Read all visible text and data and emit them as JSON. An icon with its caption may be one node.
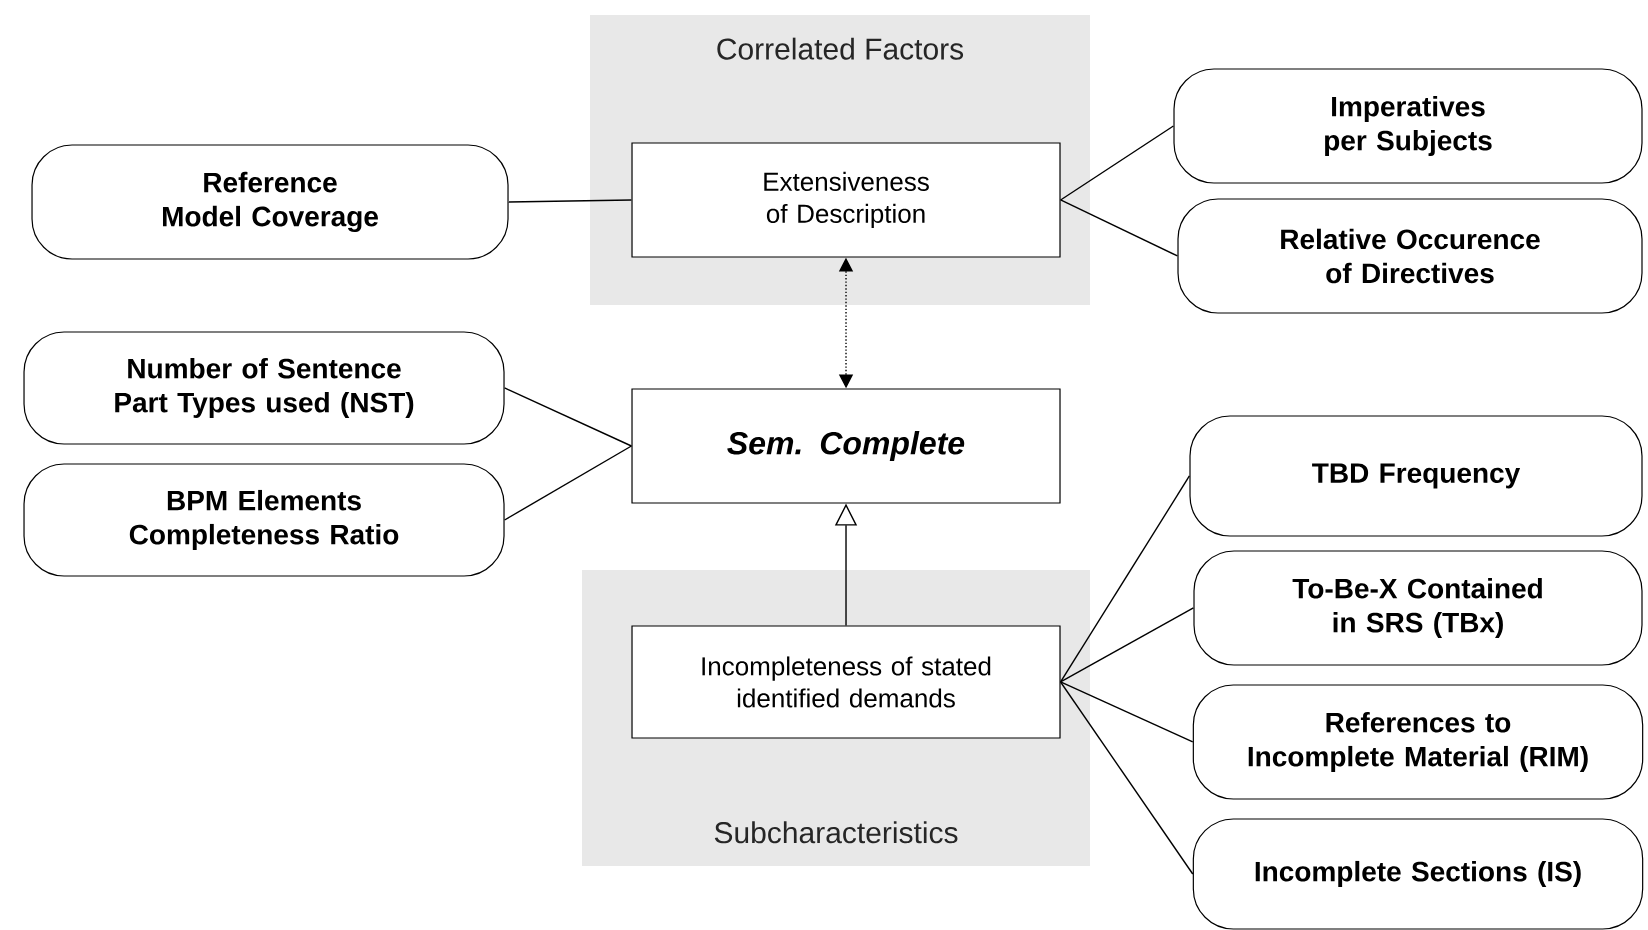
{
  "diagram": {
    "nodes": [
      {
        "text": [
          "Correlated Factors"
        ]
      },
      {
        "text": [
          "Extensiveness of Description"
        ],
        "in": 0
      },
      {
        "text": [
          "Reference Model Coverage"
        ]
      },
      {
        "text": [
          "Imperatives per Subjects"
        ]
      },
      {
        "text": [
          "Relative Occurence of Directives"
        ]
      },
      {
        "text": [
          "Number of Sentence Part Types used (NST)"
        ]
      },
      {
        "text": [
          "*Sem. Complete*"
        ]
      },
      {
        "text": [
          "BPM Elements Completeness Ratio"
        ]
      },
      {
        "text": [
          "Subcharacteristics"
        ]
      },
      {
        "text": [
          "Incompleteness of stated identified demands"
        ],
        "in": 8
      },
      {
        "text": [
          "TBD Frequency"
        ]
      },
      {
        "text": [
          "To-Be-X Contained in SRS (TBx)"
        ]
      },
      {
        "text": [
          "References to Incomplete Material (RIM)"
        ]
      },
      {
        "text": [
          "Incomplete Sections (IS)"
        ]
      }
    ],
    "edges": [
      {
        "from": 1,
        "to": 2,
        "arrow": "none"
      },
      {
        "from": 1,
        "to": 3,
        "arrow": "none"
      },
      {
        "from": 1,
        "to": 4,
        "arrow": "none"
      },
      {
        "from": 1,
        "to": 6,
        "arrow": "both",
        "style": "dashed"
      },
      {
        "from": 6,
        "to": 5,
        "arrow": "none"
      },
      {
        "from": 6,
        "to": 7,
        "arrow": "none"
      },
      {
        "from": 9,
        "to": 6,
        "arrow": "to"
      },
      {
        "from": 9,
        "to": 10,
        "arrow": "none"
      },
      {
        "from": 9,
        "to": 11,
        "arrow": "none"
      },
      {
        "from": 9,
        "to": 12,
        "arrow": "none"
      },
      {
        "from": 9,
        "to": 13,
        "arrow": "none"
      }
    ]
  }
}
